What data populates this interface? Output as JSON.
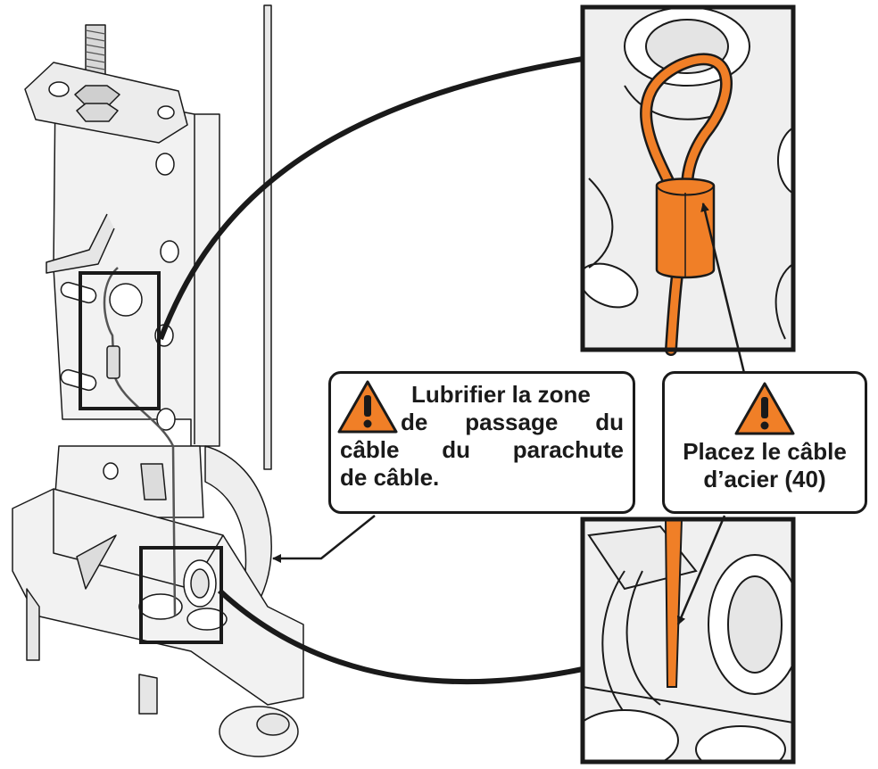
{
  "colors": {
    "outline": "#1a1a1a",
    "part_fill": "#f2f2f2",
    "part_shade": "#dcdcdc",
    "cable": "#f07f27",
    "warning": "#f07f27"
  },
  "icons": [
    "warning-triangle-icon"
  ],
  "callout_left": {
    "line1": "Lubrifier la zone",
    "line2_a": "de",
    "line2_b": "passage",
    "line2_c": "du",
    "line3_a": "câble",
    "line3_b": "du",
    "line3_c": "parachute",
    "line4": "de câble."
  },
  "callout_right": {
    "line1": "Placez le câble",
    "line2": "d’acier (40)"
  }
}
